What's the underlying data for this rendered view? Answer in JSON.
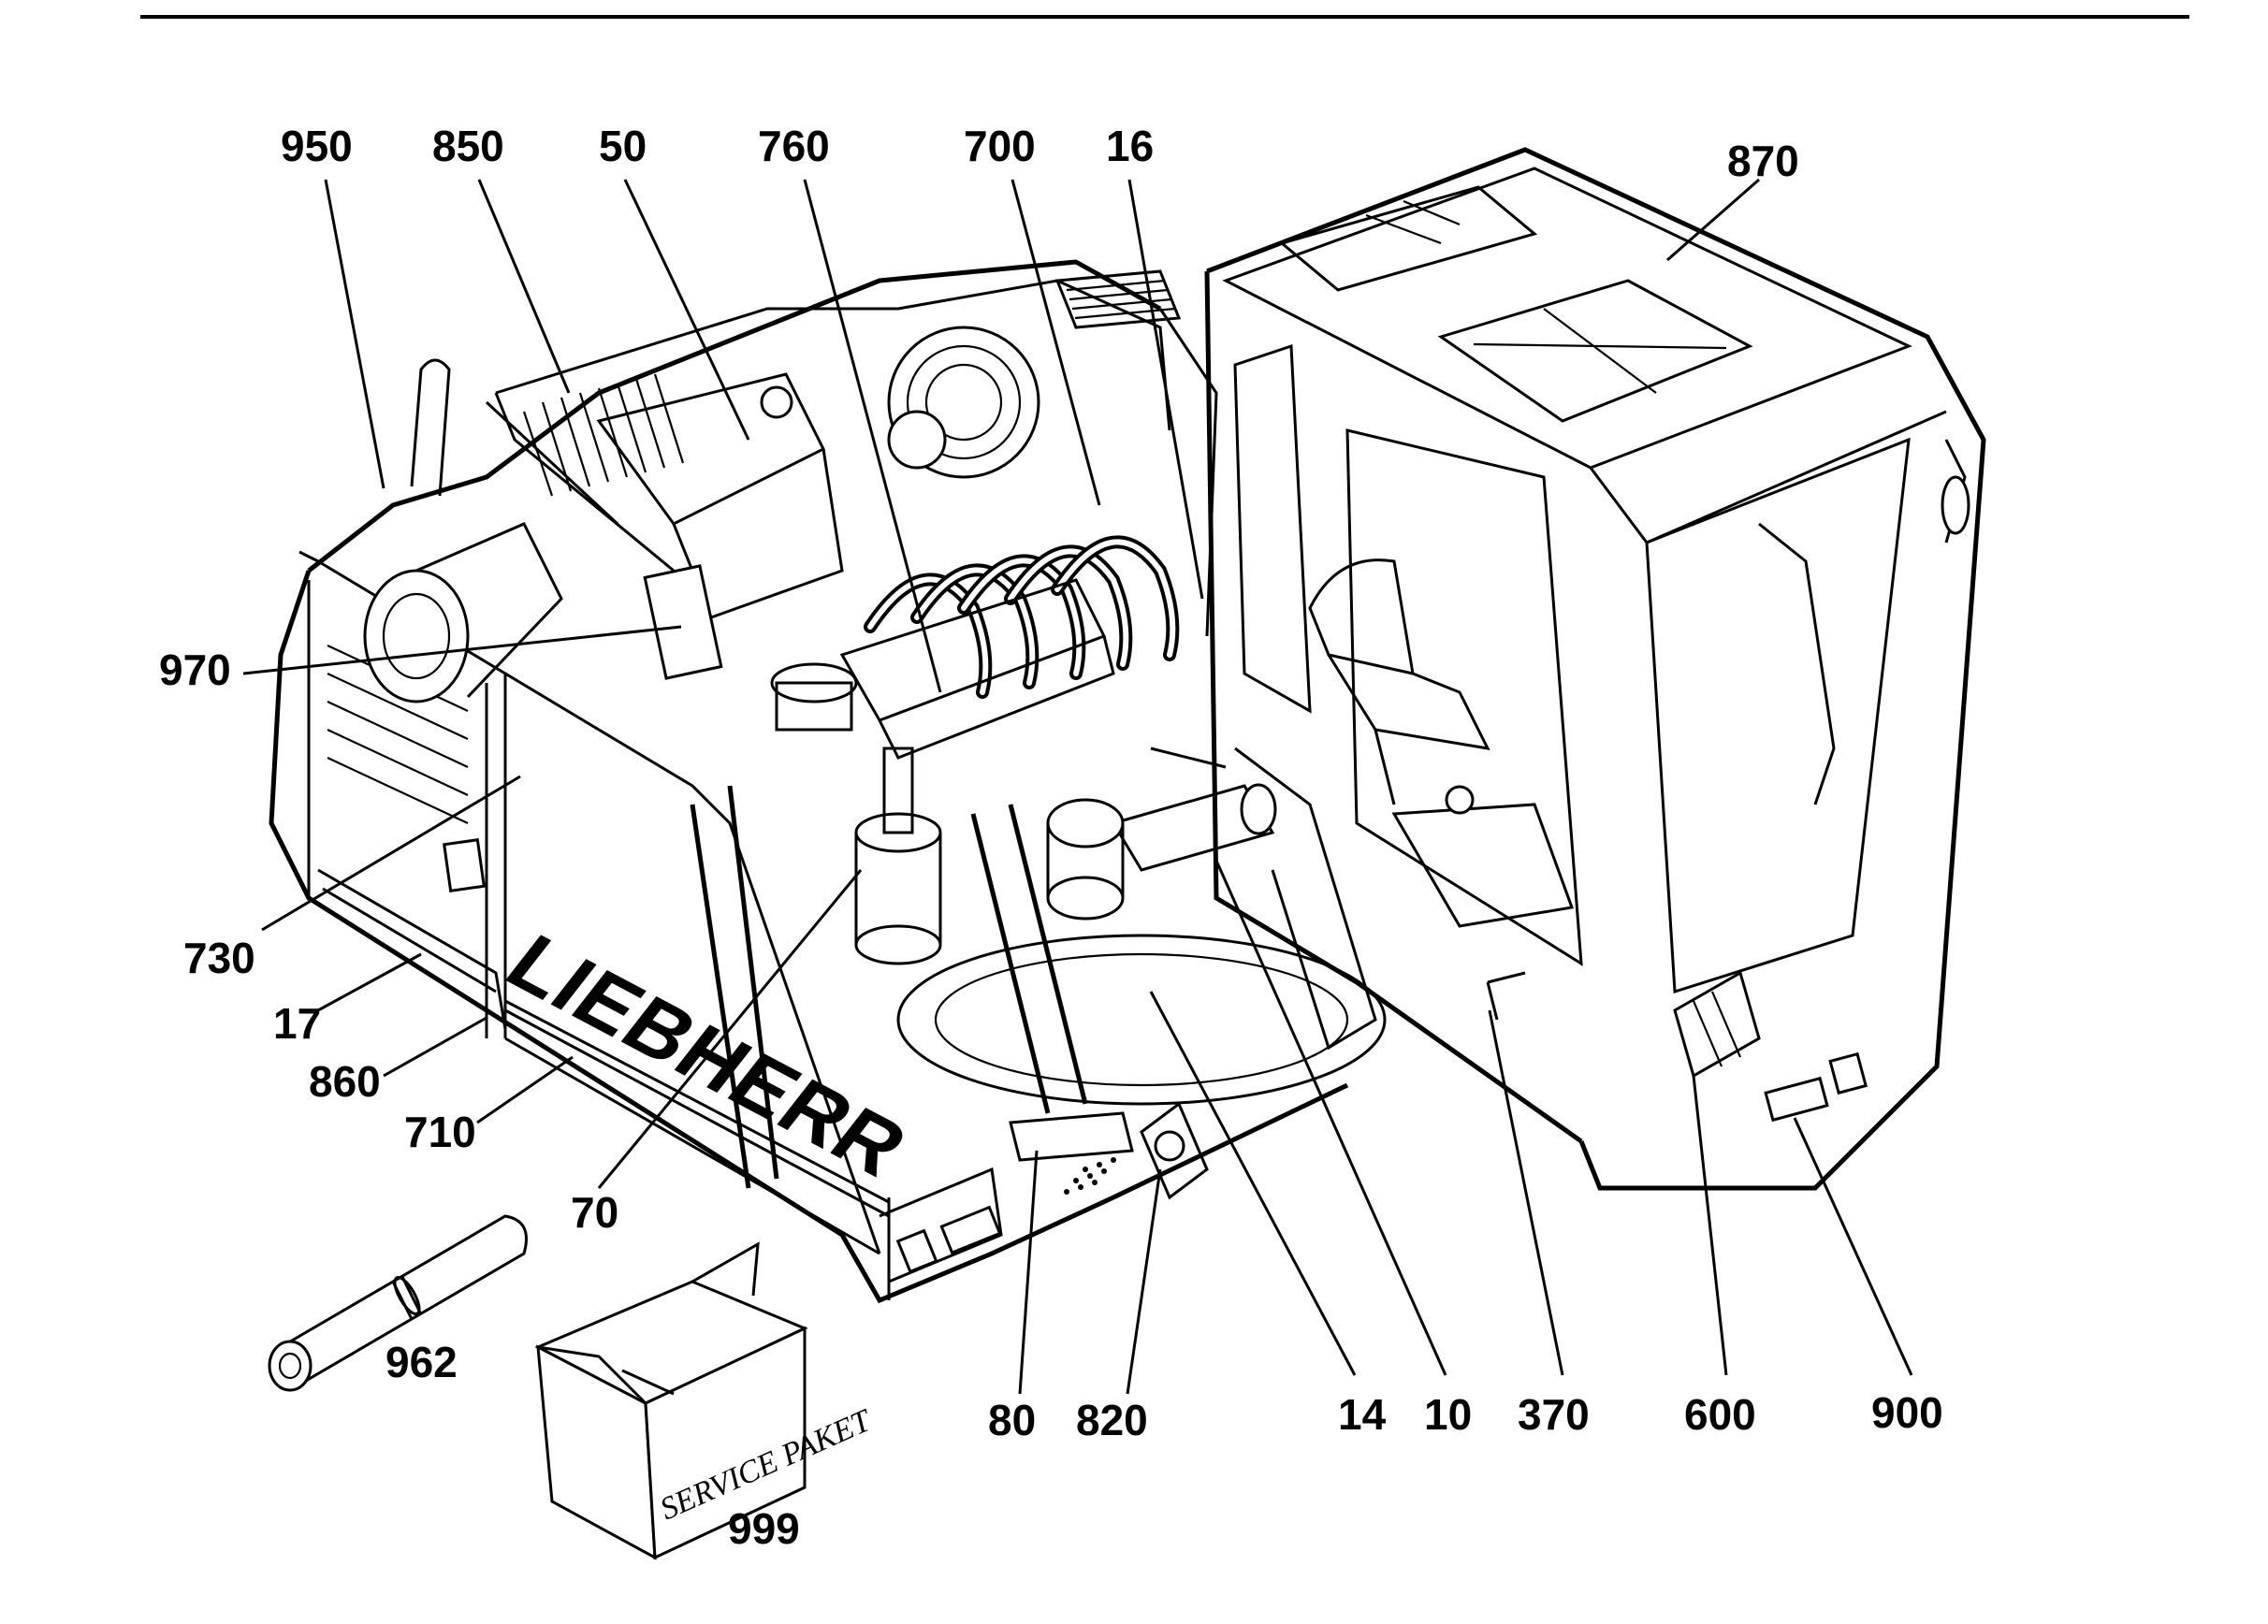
{
  "brand_text": "LIEBHERR",
  "service_box_text": "SERVICE PAKET",
  "callouts": [
    {
      "id": "950",
      "text": "950"
    },
    {
      "id": "850",
      "text": "850"
    },
    {
      "id": "50",
      "text": "50"
    },
    {
      "id": "760",
      "text": "760"
    },
    {
      "id": "700",
      "text": "700"
    },
    {
      "id": "16",
      "text": "16"
    },
    {
      "id": "870",
      "text": "870"
    },
    {
      "id": "970",
      "text": "970"
    },
    {
      "id": "730",
      "text": "730"
    },
    {
      "id": "17",
      "text": "17"
    },
    {
      "id": "860",
      "text": "860"
    },
    {
      "id": "710",
      "text": "710"
    },
    {
      "id": "70",
      "text": "70"
    },
    {
      "id": "962",
      "text": "962"
    },
    {
      "id": "999",
      "text": "999"
    },
    {
      "id": "80",
      "text": "80"
    },
    {
      "id": "820",
      "text": "820"
    },
    {
      "id": "14",
      "text": "14"
    },
    {
      "id": "10",
      "text": "10"
    },
    {
      "id": "370",
      "text": "370"
    },
    {
      "id": "600",
      "text": "600"
    },
    {
      "id": "900",
      "text": "900"
    }
  ]
}
